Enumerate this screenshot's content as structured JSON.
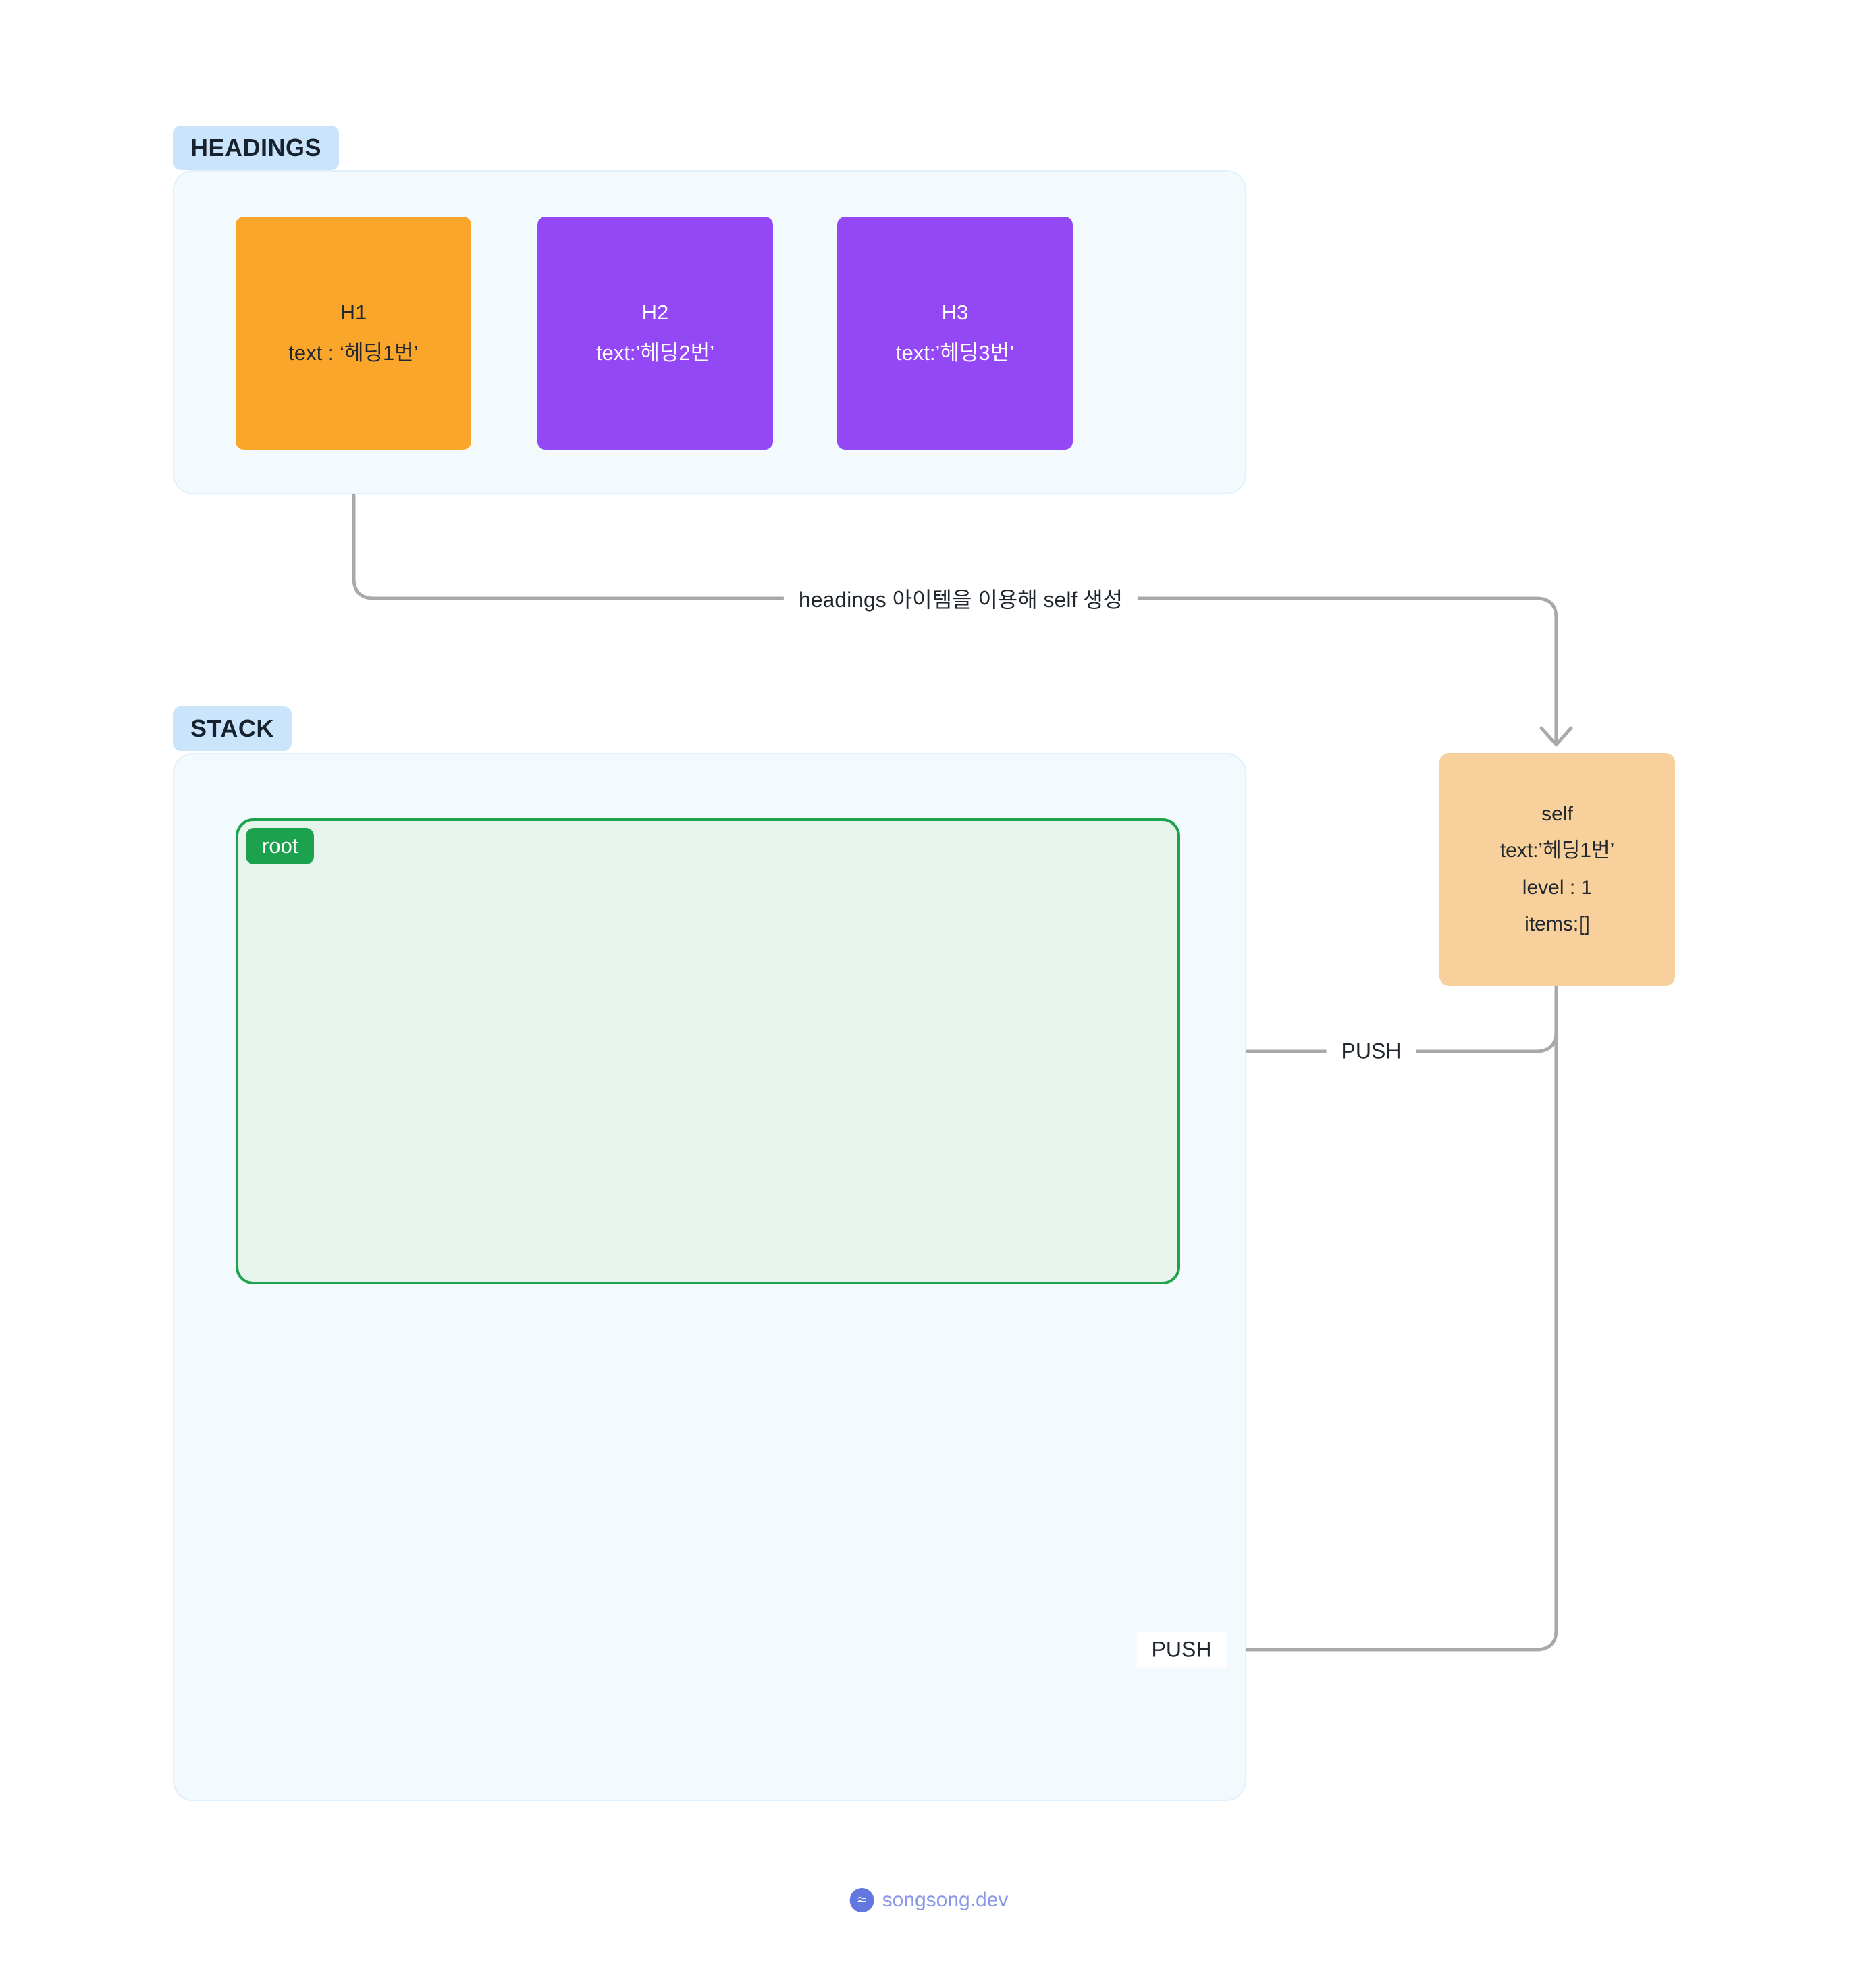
{
  "headings_section": {
    "badge": "HEADINGS",
    "cards": [
      {
        "title": "H1",
        "line": "text : ‘헤딩1번’",
        "color": "#F9A62B",
        "text_color": "#222831"
      },
      {
        "title": "H2",
        "line": "text:’헤딩2번’",
        "color": "#9447F5",
        "text_color": "#FFFFFF"
      },
      {
        "title": "H3",
        "line": "text:’헤딩3번’",
        "color": "#9447F5",
        "text_color": "#FFFFFF"
      }
    ]
  },
  "self_card": {
    "title": "self",
    "lines": [
      "text:’헤딩1번’",
      "level : 1",
      "items:[]"
    ],
    "color": "#F8D09C"
  },
  "stack_section": {
    "badge": "STACK",
    "root_label": "root"
  },
  "labels": {
    "create_self": "headings 아이템을 이용해 self 생성",
    "push_top": "PUSH",
    "push_bottom": "PUSH"
  },
  "footer": {
    "brand": "songsong.dev"
  },
  "colors": {
    "section_bg": "#F2FAFE",
    "badge_bg": "#C9E4FB",
    "h1_orange": "#F9A62B",
    "heading_purple": "#9447F5",
    "self_peach": "#F8D09C",
    "root_fill": "#E7F4EB",
    "root_border": "#1FA24E",
    "root_badge_bg": "#1CA24F",
    "arrow_gray": "#A9A9A9",
    "brand_text": "#8A96E8",
    "brand_logo": "#6377E0"
  }
}
